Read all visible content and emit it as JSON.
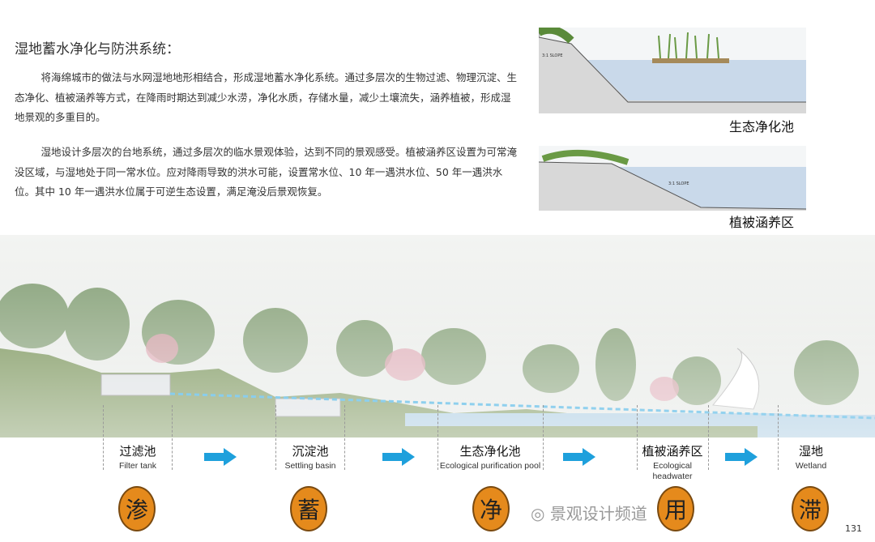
{
  "title": "湿地蓄水净化与防洪系统：",
  "paragraphs": [
    "将海绵城市的做法与水网湿地地形相结合，形成湿地蓄水净化系统。通过多层次的生物过滤、物理沉淀、生态净化、植被涵养等方式，在降雨时期达到减少水涝，净化水质，存储水量，减少土壤流失，涵养植被，形成湿地景观的多重目的。",
    "湿地设计多层次的台地系统，通过多层次的临水景观体验，达到不同的景观感受。植被涵养区设置为可常淹没区域，与湿地处于同一常水位。应对降雨导致的洪水可能，设置常水位、10 年一遇洪水位、50 年一遇洪水位。其中 10 年一遇洪水位属于可逆生态设置，满足淹没后景观恢复。"
  ],
  "sections": [
    {
      "caption": "生态净化池",
      "slope": "3:1 SLOPE"
    },
    {
      "caption": "植被涵养区",
      "slope": "3:1 SLOPE"
    }
  ],
  "stages": [
    {
      "cn": "过滤池",
      "en": "Filter tank",
      "char": "渗"
    },
    {
      "cn": "沉淀池",
      "en": "Settling basin",
      "char": "蓄"
    },
    {
      "cn": "生态净化池",
      "en": "Ecological purification pool",
      "char": "净"
    },
    {
      "cn": "植被涵养区",
      "en": "Ecological headwater",
      "char": "用"
    },
    {
      "cn": "湿地",
      "en": "Wetland",
      "char": "滞"
    }
  ],
  "watermark": "景观设计频道",
  "page_number": "131",
  "colors": {
    "circle": "#e58a1c",
    "arrow": "#1ea0dc",
    "water": "#9cc3dd"
  }
}
